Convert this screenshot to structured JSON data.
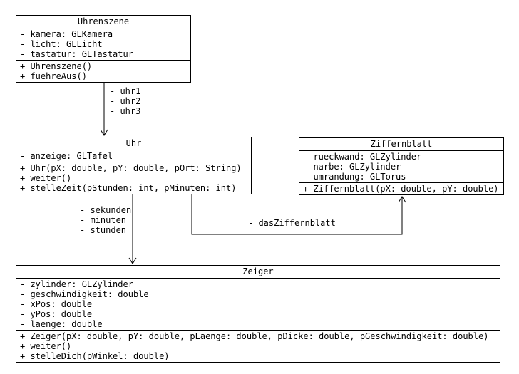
{
  "diagram_type": "uml-class-diagram",
  "classes": [
    {
      "name": "Uhrenszene",
      "attributes": [
        "- kamera: GLKamera",
        "- licht: GLLicht",
        "- tastatur: GLTastatur"
      ],
      "methods": [
        "+ Uhrenszene()",
        "+ fuehreAus()"
      ]
    },
    {
      "name": "Uhr",
      "attributes": [
        "- anzeige: GLTafel"
      ],
      "methods": [
        "+ Uhr(pX: double, pY: double, pOrt: String)",
        "+ weiter()",
        "+ stelleZeit(pStunden: int, pMinuten: int)"
      ]
    },
    {
      "name": "Ziffernblatt",
      "attributes": [
        "- rueckwand: GLZylinder",
        "- narbe: GLZylinder",
        "- umrandung: GLTorus"
      ],
      "methods": [
        "+ Ziffernblatt(pX: double, pY: double)"
      ]
    },
    {
      "name": "Zeiger",
      "attributes": [
        "- zylinder: GLZylinder",
        "- geschwindigkeit: double",
        "- xPos: double",
        "- yPos: double",
        "- laenge: double"
      ],
      "methods": [
        "+ Zeiger(pX: double, pY: double, pLaenge: double, pDicke: double, pGeschwindigkeit: double)",
        "+ weiter()",
        "+ stelleDich(pWinkel: double)"
      ]
    }
  ],
  "associations": [
    {
      "from": "Uhrenszene",
      "to": "Uhr",
      "arrow": "open-arrowhead-down",
      "labels": [
        "- uhr1",
        "- uhr2",
        "- uhr3"
      ]
    },
    {
      "from": "Uhr",
      "to": "Zeiger",
      "arrow": "open-arrowhead-down",
      "labels": [
        "- sekunden",
        "- minuten",
        "- stunden"
      ]
    },
    {
      "from": "Uhr",
      "to": "Ziffernblatt",
      "arrow": "open-arrowhead-up",
      "labels": [
        "- dasZiffernblatt"
      ]
    }
  ],
  "colors": {
    "line": "#000000",
    "text": "#000000",
    "background": "#ffffff",
    "box_fill": "#ffffff"
  }
}
